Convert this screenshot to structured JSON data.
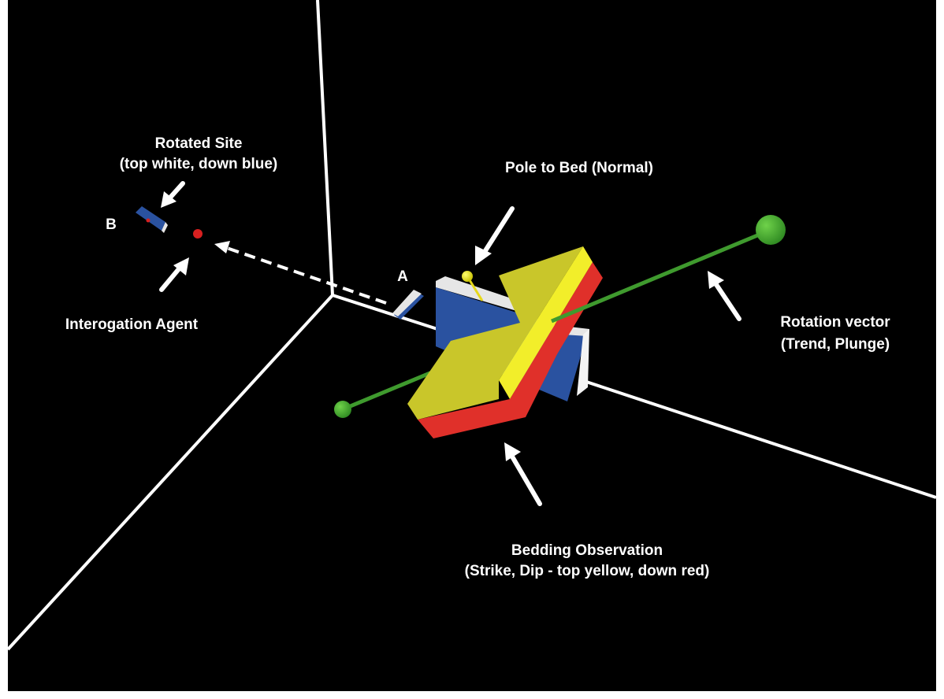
{
  "labels": {
    "rotated_site_title": "Rotated Site",
    "rotated_site_sub": "(top white, down blue)",
    "pole_to_bed": "Pole to Bed (Normal)",
    "point_a": "A",
    "point_b": "B",
    "interrogation_agent": "Interogation Agent",
    "rotation_vector_title": "Rotation vector",
    "rotation_vector_sub": "(Trend, Plunge)",
    "bedding_title": "Bedding Observation",
    "bedding_sub": "(Strike, Dip - top yellow, down red)"
  },
  "colors": {
    "background": "#000000",
    "bedding_top": "#c9c62a",
    "bedding_edge": "#f2ee2a",
    "bedding_down": "#e0302a",
    "site_down": "#2a52a0",
    "site_top": "#e6e6e6",
    "rotation_vector": "#3f9a2e",
    "agent": "#d82020"
  }
}
